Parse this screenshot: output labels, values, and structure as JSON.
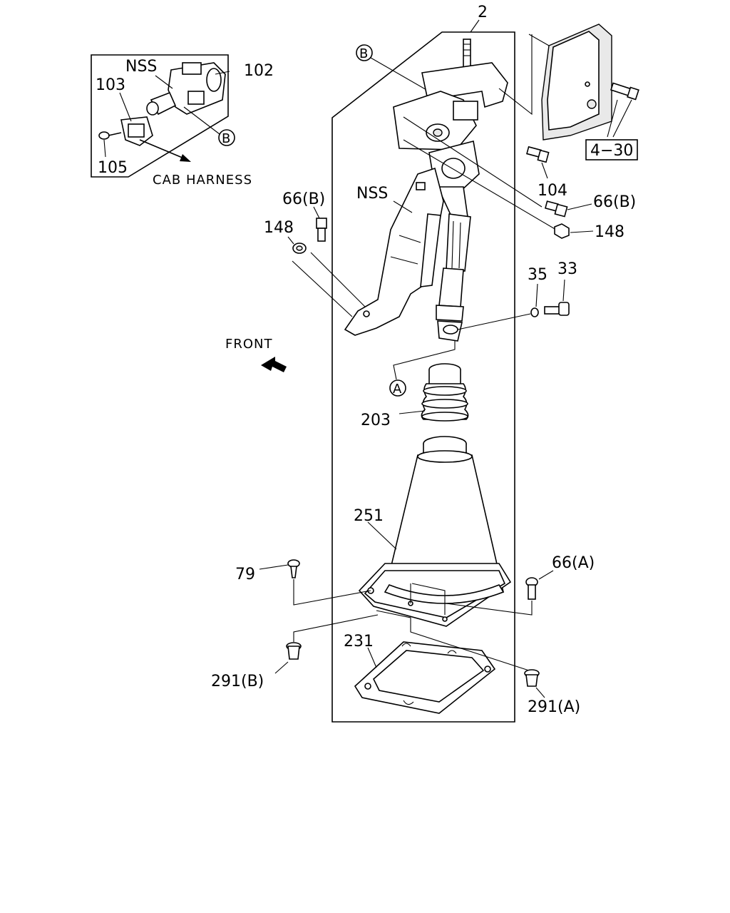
{
  "labels": {
    "p2": "2",
    "p102": "102",
    "p103": "103",
    "p105": "105",
    "nss_inset": "NSS",
    "cab_harness": "CAB HARNESS",
    "b_inset": "B",
    "b_top": "B",
    "p104": "104",
    "p66b_right": "66(B)",
    "p148_right": "148",
    "p430": "4−30",
    "nss_main": "NSS",
    "p66b_left": "66(B)",
    "p148_left": "148",
    "p35": "35",
    "p33": "33",
    "front": "FRONT",
    "a_ref": "A",
    "p203": "203",
    "p251": "251",
    "p79": "79",
    "p66a": "66(A)",
    "p231": "231",
    "p291b": "291(B)",
    "p291a": "291(A)"
  }
}
